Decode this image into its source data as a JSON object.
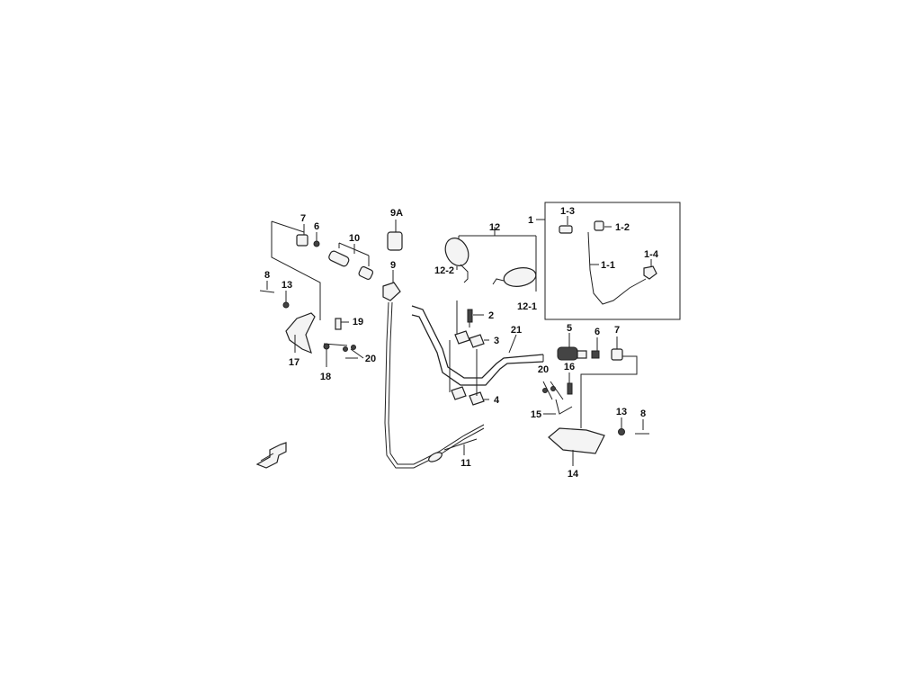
{
  "diagram": {
    "labels": {
      "l_1": "1",
      "l_1_1": "1-1",
      "l_1_2": "1-2",
      "l_1_3": "1-3",
      "l_1_4": "1-4",
      "l_2": "2",
      "l_3": "3",
      "l_4": "4",
      "l_5": "5",
      "l_6a": "6",
      "l_6b": "6",
      "l_7a": "7",
      "l_7b": "7",
      "l_8a": "8",
      "l_8b": "8",
      "l_9": "9",
      "l_9a": "9A",
      "l_10": "10",
      "l_11": "11",
      "l_12": "12",
      "l_12_1": "12-1",
      "l_12_2": "12-2",
      "l_13a": "13",
      "l_13b": "13",
      "l_14": "14",
      "l_15": "15",
      "l_16": "16",
      "l_17": "17",
      "l_18": "18",
      "l_19": "19",
      "l_20a": "20",
      "l_20b": "20",
      "l_21": "21"
    }
  }
}
